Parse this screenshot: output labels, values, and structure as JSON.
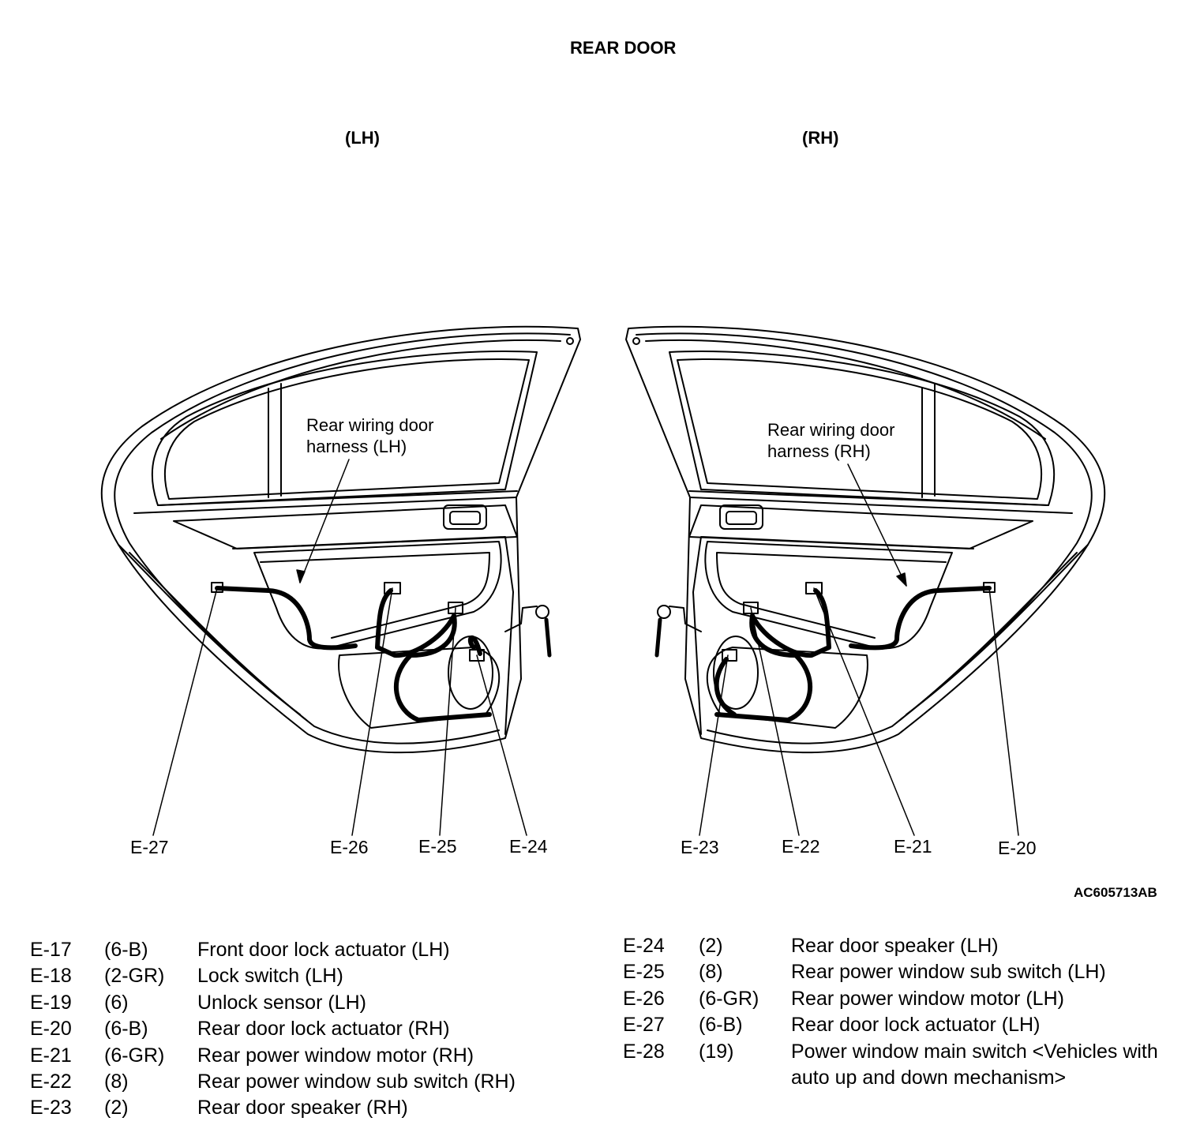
{
  "title": "REAR DOOR",
  "sides": {
    "left": "(LH)",
    "right": "(RH)"
  },
  "harness_labels": {
    "left": "Rear wiring door harness (LH)",
    "right": "Rear wiring door harness (RH)"
  },
  "callouts_left": [
    "E-27",
    "E-26",
    "E-25",
    "E-24"
  ],
  "callouts_right": [
    "E-23",
    "E-22",
    "E-21",
    "E-20"
  ],
  "figure_ref": "AC605713AB",
  "legend_left": [
    {
      "code": "E-17",
      "connector": "(6-B)",
      "description": "Front door lock actuator (LH)"
    },
    {
      "code": "E-18",
      "connector": "(2-GR)",
      "description": "Lock switch (LH)"
    },
    {
      "code": "E-19",
      "connector": "(6)",
      "description": "Unlock sensor (LH)"
    },
    {
      "code": "E-20",
      "connector": "(6-B)",
      "description": "Rear door lock actuator (RH)"
    },
    {
      "code": "E-21",
      "connector": "(6-GR)",
      "description": "Rear power window motor (RH)"
    },
    {
      "code": "E-22",
      "connector": "(8)",
      "description": "Rear power window sub switch (RH)"
    },
    {
      "code": "E-23",
      "connector": "(2)",
      "description": "Rear door speaker (RH)"
    }
  ],
  "legend_right": [
    {
      "code": "E-24",
      "connector": "(2)",
      "description": "Rear door speaker (LH)"
    },
    {
      "code": "E-25",
      "connector": "(8)",
      "description": "Rear power window sub switch (LH)"
    },
    {
      "code": "E-26",
      "connector": "(6-GR)",
      "description": "Rear power window motor (LH)"
    },
    {
      "code": "E-27",
      "connector": "(6-B)",
      "description": "Rear door lock actuator (LH)"
    },
    {
      "code": "E-28",
      "connector": "(19)",
      "description": "Power window main switch <Vehicles with auto up and down mechanism>"
    }
  ]
}
